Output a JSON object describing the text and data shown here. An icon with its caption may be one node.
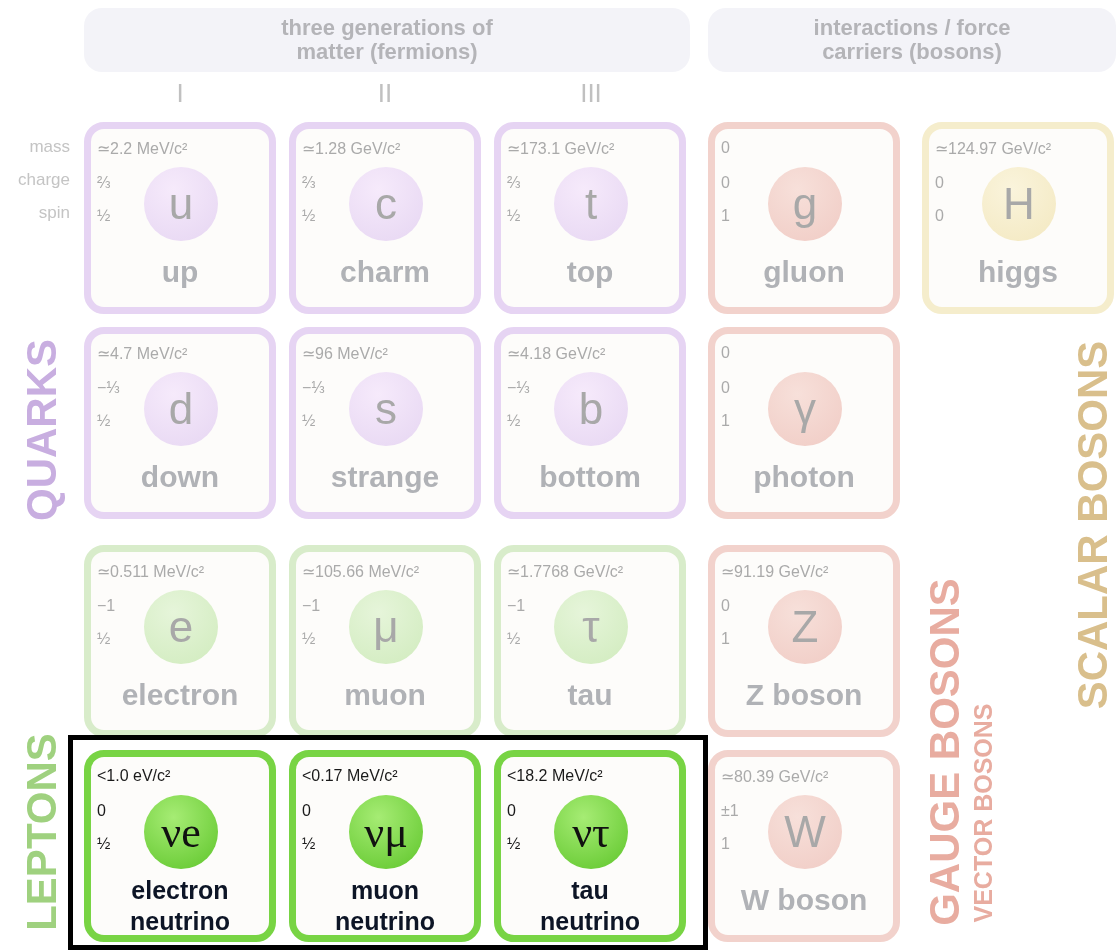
{
  "diagram": {
    "nodes": [
      {
        "text": [
          "three generations of matter (fermions)"
        ]
      },
      {
        "text": [
          "interactions / force carriers (bosons)"
        ]
      },
      {
        "text": [
          "≃2.2 MeV/c²",
          "⅔",
          "½",
          "u",
          "up"
        ]
      },
      {
        "text": [
          "≃1.28 GeV/c²",
          "⅔",
          "½",
          "c",
          "charm"
        ]
      },
      {
        "text": [
          "≃173.1 GeV/c²",
          "⅔",
          "½",
          "t",
          "top"
        ]
      },
      {
        "text": [
          "0",
          "0",
          "1",
          "g",
          "gluon"
        ]
      },
      {
        "text": [
          "≃124.97 GeV/c²",
          "0",
          "0",
          "H",
          "higgs"
        ]
      },
      {
        "text": [
          "≃4.7 MeV/c²",
          "−⅓",
          "½",
          "d",
          "down"
        ]
      },
      {
        "text": [
          "≃96 MeV/c²",
          "−⅓",
          "½",
          "s",
          "strange"
        ]
      },
      {
        "text": [
          "≃4.18 GeV/c²",
          "−⅓",
          "½",
          "b",
          "bottom"
        ]
      },
      {
        "text": [
          "0",
          "0",
          "1",
          "γ",
          "photon"
        ]
      },
      {
        "text": [
          "≃0.511 MeV/c²",
          "−1",
          "½",
          "e",
          "electron"
        ]
      },
      {
        "text": [
          "≃105.66 MeV/c²",
          "−1",
          "½",
          "μ",
          "muon"
        ]
      },
      {
        "text": [
          "≃1.7768 GeV/c²",
          "−1",
          "½",
          "τ",
          "tau"
        ]
      },
      {
        "text": [
          "≃91.19 GeV/c²",
          "0",
          "1",
          "Z",
          "Z boson"
        ]
      },
      {
        "text": [],
        "shape": "box"
      },
      {
        "text": [
          "<1.0 eV/c²",
          "0",
          "½",
          "νe",
          "electron neutrino"
        ],
        "in": 15
      },
      {
        "text": [
          "<0.17 MeV/c²",
          "0",
          "½",
          "νμ",
          "muon neutrino"
        ],
        "in": 15
      },
      {
        "text": [
          "<18.2 MeV/c²",
          "0",
          "½",
          "ντ",
          "tau neutrino"
        ],
        "in": 15
      },
      {
        "text": [
          "≃80.39 GeV/c²",
          "±1",
          "1",
          "W",
          "W boson"
        ]
      }
    ],
    "labels": [
      "I",
      "II",
      "III",
      "mass",
      "charge",
      "spin",
      "QUARKS",
      "SCALAR BOSONS",
      "LEPTONS",
      "GAUGE BOSONS",
      "VECTOR BOSONS"
    ]
  }
}
